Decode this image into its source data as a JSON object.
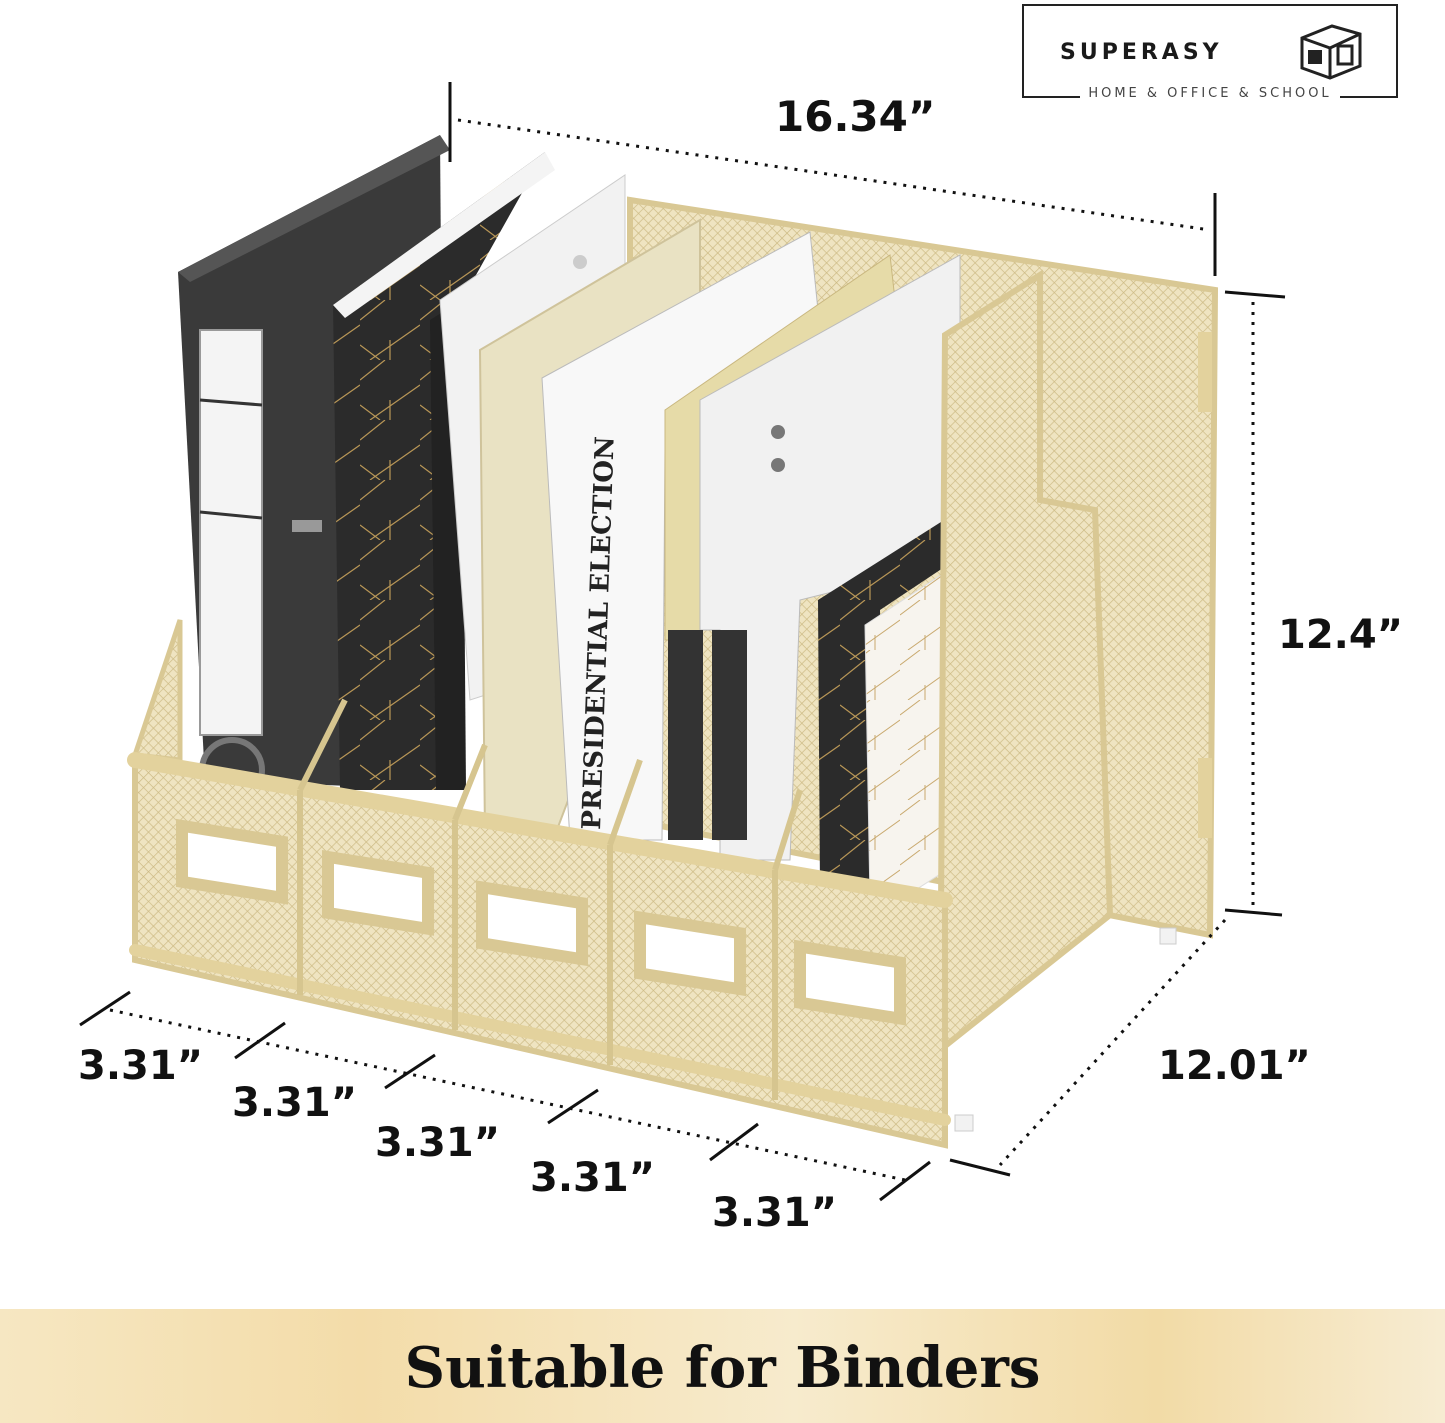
{
  "brand": {
    "name": "SUPERASY",
    "tagline": "HOME & OFFICE & SCHOOL"
  },
  "product": {
    "width": "16.34”",
    "height": "12.4”",
    "depth": "12.01”",
    "slots": [
      "3.31”",
      "3.31”",
      "3.31”",
      "3.31”",
      "3.31”"
    ]
  },
  "banner": {
    "text": "Suitable for Binders"
  },
  "colors": {
    "gold": "#e4d6a8",
    "gold_dark": "#c9b77f",
    "banner": "#f3dca9"
  }
}
